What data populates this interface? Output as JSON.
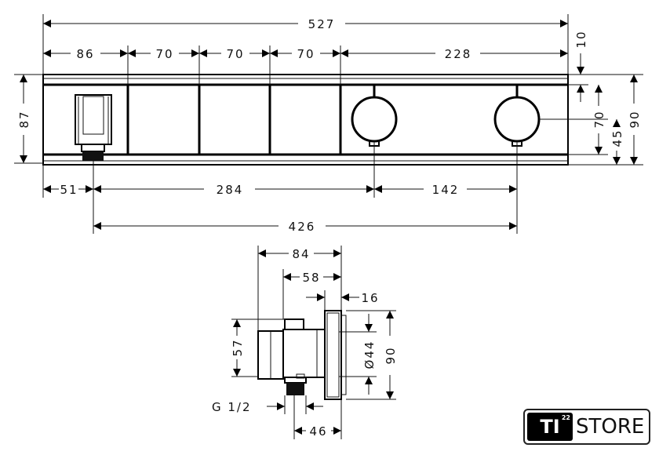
{
  "front_view": {
    "total_width": "527",
    "segments": [
      "86",
      "70",
      "70",
      "70",
      "228"
    ],
    "bottom_row": [
      "51",
      "284",
      "142"
    ],
    "axis_span": "426",
    "height_left": "87",
    "right_dims": [
      "10",
      "70",
      "45",
      "90"
    ]
  },
  "side_view": {
    "depth_total": "84",
    "depth_body": "58",
    "plate": "16",
    "height_body": "57",
    "knob_diameter": "Ø44",
    "height_plate": "90",
    "thread": "G 1/2",
    "outlet_offset": "46"
  },
  "logo": {
    "mark": "TI",
    "superscript": "22",
    "text": "STORE"
  }
}
